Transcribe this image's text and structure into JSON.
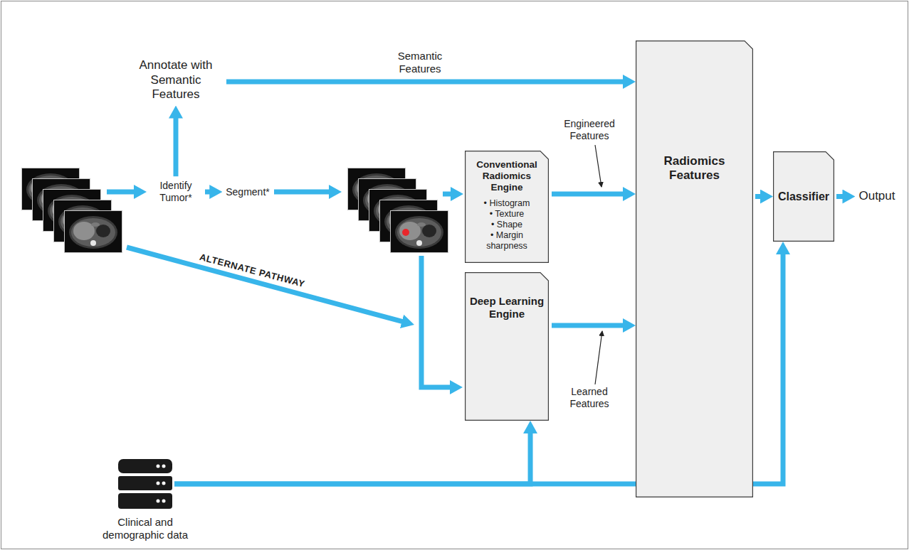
{
  "diagram": {
    "nodes": [
      {
        "text": [
          "Annotate with Semantic Features"
        ]
      },
      {
        "text": [
          "Identify Tumor*"
        ]
      },
      {
        "text": [
          "Segment*"
        ]
      },
      {
        "text": [
          "Conventional Radiomics Engine",
          "• Histogram",
          "• Texture",
          "• Shape",
          "• Margin sharpness"
        ]
      },
      {
        "text": [
          "Deep Learning Engine"
        ]
      },
      {
        "text": [
          "Radiomics Features"
        ]
      },
      {
        "text": [
          "Classifier"
        ]
      },
      {
        "text": [
          "Output"
        ]
      },
      {
        "text": [
          "Clinical and demographic data"
        ]
      }
    ],
    "edges": [
      {
        "from": 1,
        "to": 0,
        "arrow": "to"
      },
      {
        "from": 1,
        "to": 2,
        "arrow": "to"
      },
      {
        "from": 0,
        "to": 5,
        "label": "Semantic Features",
        "arrow": "to"
      },
      {
        "from": 3,
        "to": 5,
        "arrow": "to"
      },
      {
        "from": 4,
        "to": 5,
        "arrow": "to"
      },
      {
        "from": 5,
        "to": 6,
        "arrow": "to"
      },
      {
        "from": 6,
        "to": 7,
        "arrow": "to"
      },
      {
        "from": 8,
        "to": 4,
        "arrow": "to"
      },
      {
        "from": 8,
        "to": 6,
        "arrow": "to"
      }
    ],
    "labels": [
      "Engineered Features",
      "Learned Features",
      "ALTERNATE PATHWAY"
    ]
  }
}
